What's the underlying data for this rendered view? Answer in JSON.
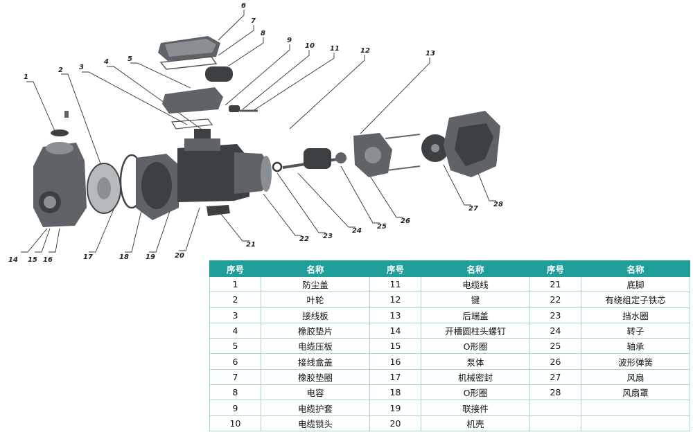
{
  "callouts": [
    "1",
    "2",
    "3",
    "4",
    "5",
    "6",
    "7",
    "8",
    "9",
    "10",
    "11",
    "12",
    "13",
    "14",
    "15",
    "16",
    "17",
    "18",
    "19",
    "20",
    "21",
    "22",
    "23",
    "24",
    "25",
    "26",
    "27",
    "28"
  ],
  "table": {
    "headers": [
      "序号",
      "名称",
      "序号",
      "名称",
      "序号",
      "名称"
    ],
    "rows": [
      [
        "1",
        "防尘盖",
        "11",
        "电缆线",
        "21",
        "底脚"
      ],
      [
        "2",
        "叶轮",
        "12",
        "键",
        "22",
        "有绕组定子铁芯"
      ],
      [
        "3",
        "接线板",
        "13",
        "后端盖",
        "23",
        "挡水圈"
      ],
      [
        "4",
        "橡胶垫片",
        "14",
        "开槽圆柱头螺钉",
        "24",
        "转子"
      ],
      [
        "5",
        "电缆压板",
        "15",
        "O形圈",
        "25",
        "轴承"
      ],
      [
        "6",
        "接线盒盖",
        "16",
        "泵体",
        "26",
        "波形弹簧"
      ],
      [
        "7",
        "橡胶垫圈",
        "17",
        "机械密封",
        "27",
        "风扇"
      ],
      [
        "8",
        "电容",
        "18",
        "O形圈",
        "28",
        "风扇罩"
      ],
      [
        "9",
        "电缆护套",
        "19",
        "联接件",
        "",
        ""
      ],
      [
        "10",
        "电缆锁头",
        "20",
        "机壳",
        "",
        ""
      ]
    ]
  },
  "colors": {
    "header_bg": "#1f9e9a",
    "border": "#a8d3d1"
  }
}
